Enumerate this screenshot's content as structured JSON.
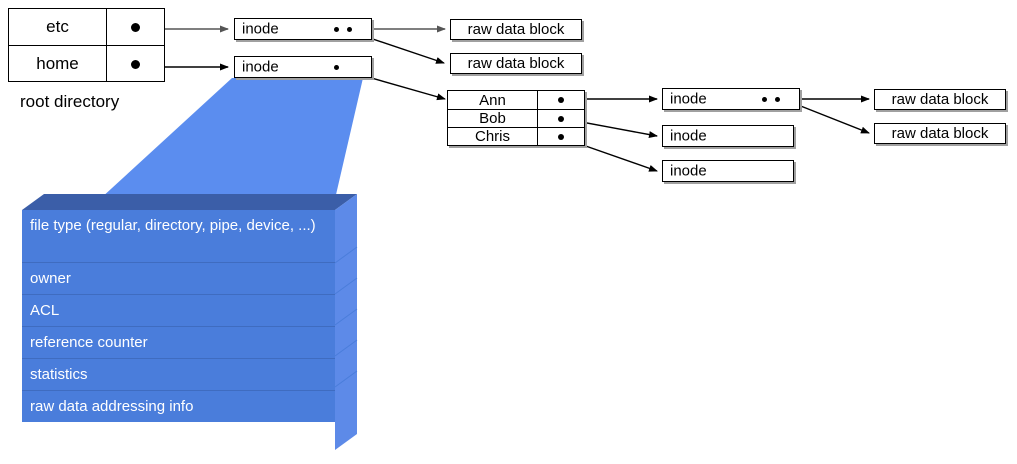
{
  "diagram": {
    "title": "UNIX inode / directory structure diagram",
    "colors": {
      "block_front": "#4a7ddb",
      "block_top": "#3b5ea8",
      "block_side": "#5d8ae8",
      "funnel": "#5b8def",
      "line": "#000000",
      "box_fill": "#ffffff"
    }
  },
  "root_directory": {
    "caption": "root directory",
    "entries": [
      {
        "name": "etc",
        "pointer_icon": "pointer-dot"
      },
      {
        "name": "home",
        "pointer_icon": "pointer-dot"
      }
    ]
  },
  "inodes": [
    {
      "id": "inode-etc",
      "label": "inode",
      "dots": 2
    },
    {
      "id": "inode-home",
      "label": "inode",
      "dots": 1
    },
    {
      "id": "inode-ann",
      "label": "inode",
      "dots": 2
    },
    {
      "id": "inode-bob",
      "label": "inode",
      "dots": 0
    },
    {
      "id": "inode-chris",
      "label": "inode",
      "dots": 0
    }
  ],
  "raw_data_blocks": [
    {
      "id": "raw-1",
      "label": "raw data block"
    },
    {
      "id": "raw-2",
      "label": "raw data block"
    },
    {
      "id": "raw-3",
      "label": "raw data block"
    },
    {
      "id": "raw-4",
      "label": "raw data block"
    }
  ],
  "home_directory": {
    "entries": [
      {
        "name": "Ann",
        "pointer_icon": "pointer-dot"
      },
      {
        "name": "Bob",
        "pointer_icon": "pointer-dot"
      },
      {
        "name": "Chris",
        "pointer_icon": "pointer-dot"
      }
    ]
  },
  "inode_detail": {
    "fields": [
      "file type (regular, directory, pipe, device, ...)",
      "owner",
      "ACL",
      "reference counter",
      "statistics",
      "raw data addressing info"
    ]
  }
}
